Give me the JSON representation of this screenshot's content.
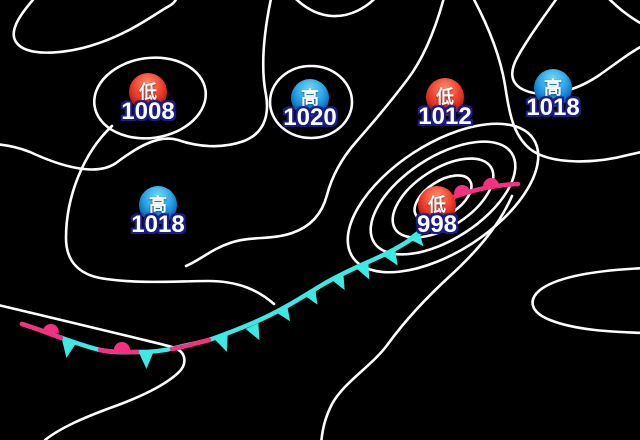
{
  "map": {
    "type": "weather-synoptic-chart",
    "pressure_centers": [
      {
        "id": "low-1008",
        "type": "low",
        "symbol": "低",
        "value": "1008"
      },
      {
        "id": "high-1020",
        "type": "high",
        "symbol": "高",
        "value": "1020"
      },
      {
        "id": "low-1012",
        "type": "low",
        "symbol": "低",
        "value": "1012"
      },
      {
        "id": "high-1018-ne",
        "type": "high",
        "symbol": "高",
        "value": "1018"
      },
      {
        "id": "high-1018-w",
        "type": "high",
        "symbol": "高",
        "value": "1018"
      },
      {
        "id": "low-998",
        "type": "low",
        "symbol": "低",
        "value": "998"
      }
    ],
    "fronts": [
      {
        "type": "cold-front",
        "style": "cyan line with triangles pointing southeast"
      },
      {
        "type": "warm-front",
        "style": "pink line with semicircles pointing north"
      },
      {
        "type": "stationary-front",
        "style": "alternating pink semicircles up and cyan triangles down"
      }
    ],
    "colors": {
      "background": "#000000",
      "isobar": "#ffffff",
      "cold_front": "#3ee9e4",
      "warm_front": "#f5317f",
      "low_badge": "#e8281c",
      "high_badge": "#1879dc",
      "value_text": "#ffffff",
      "value_outline": "#1c1c86"
    }
  }
}
